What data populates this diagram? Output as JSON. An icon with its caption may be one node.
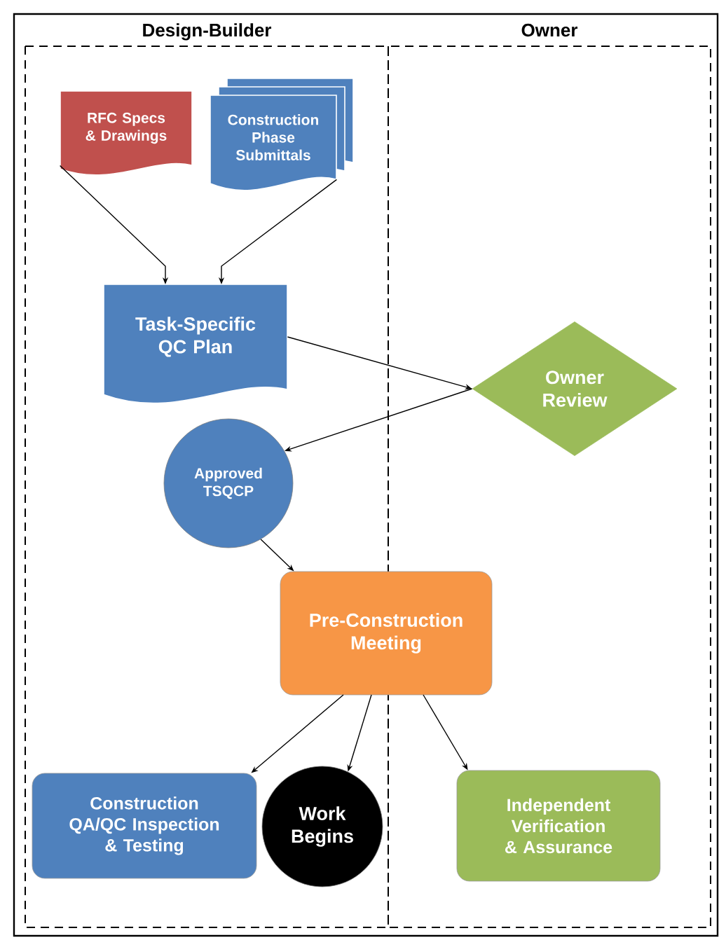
{
  "diagram": {
    "nodes": [
      {
        "text": [
          "Design-Builder"
        ]
      },
      {
        "text": [
          "Owner"
        ]
      },
      {
        "text": [
          "RFC Specs & Drawings"
        ],
        "in": 0
      },
      {
        "text": [
          "Construction Phase Submittals"
        ],
        "in": 0
      },
      {
        "text": [
          "Task-Specific QC Plan"
        ],
        "in": 0
      },
      {
        "text": [
          "Owner Review"
        ],
        "in": 1
      },
      {
        "text": [
          "Approved TSQCP"
        ],
        "in": 0
      },
      {
        "text": [
          "Pre-Construction Meeting"
        ]
      },
      {
        "text": [
          "Construction QA/QC Inspection & Testing"
        ],
        "in": 0
      },
      {
        "text": [
          "Work Begins"
        ],
        "in": 0
      },
      {
        "text": [
          "Independent Verification & Assurance"
        ],
        "in": 1
      }
    ],
    "edges": [
      {
        "from": 2,
        "to": 4,
        "arrow": "to"
      },
      {
        "from": 3,
        "to": 4,
        "arrow": "to"
      },
      {
        "from": 4,
        "to": 5,
        "arrow": "to"
      },
      {
        "from": 5,
        "to": 6,
        "arrow": "to"
      },
      {
        "from": 6,
        "to": 7,
        "arrow": "to"
      },
      {
        "from": 7,
        "to": 8,
        "arrow": "to"
      },
      {
        "from": 7,
        "to": 9,
        "arrow": "to"
      },
      {
        "from": 7,
        "to": 10,
        "arrow": "to"
      }
    ]
  }
}
